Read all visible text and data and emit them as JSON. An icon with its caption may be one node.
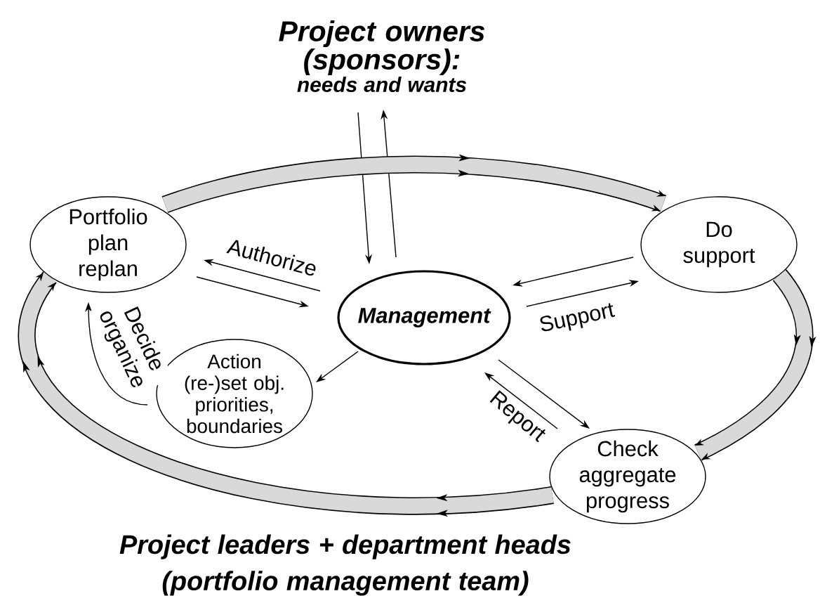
{
  "diagram": {
    "nodes": [
      {
        "text": [
          "Project owners (sponsors):",
          "needs and wants"
        ]
      },
      {
        "text": [
          "Portfolio plan replan"
        ]
      },
      {
        "text": [
          "Do support"
        ]
      },
      {
        "text": [
          "Management"
        ]
      },
      {
        "text": [
          "Action (re-)set obj. priorities, boundaries"
        ]
      },
      {
        "text": [
          "Check aggregate progress"
        ]
      }
    ],
    "edges": [
      {
        "from": 0,
        "to": 3,
        "arrow": "to"
      },
      {
        "from": 3,
        "to": 0,
        "arrow": "to"
      },
      {
        "from": 3,
        "to": 1,
        "arrow": "to",
        "label": "Authorize"
      },
      {
        "from": 1,
        "to": 3,
        "arrow": "to"
      },
      {
        "from": 2,
        "to": 3,
        "arrow": "to"
      },
      {
        "from": 3,
        "to": 2,
        "arrow": "to",
        "label": "Support"
      },
      {
        "from": 3,
        "to": 4,
        "arrow": "to"
      },
      {
        "from": 4,
        "to": 1,
        "arrow": "to",
        "label": "Decide organize"
      },
      {
        "from": 3,
        "to": 5,
        "arrow": "to"
      },
      {
        "from": 5,
        "to": 3,
        "arrow": "to",
        "label": "Report"
      },
      {
        "from": 1,
        "to": 2,
        "arrow": "to",
        "style": "thick"
      },
      {
        "from": 2,
        "to": 5,
        "arrow": "to",
        "style": "thick"
      },
      {
        "from": 5,
        "to": 1,
        "arrow": "to",
        "style": "thick"
      }
    ],
    "labels": [
      "Project leaders + department heads (portfolio management team)"
    ]
  }
}
